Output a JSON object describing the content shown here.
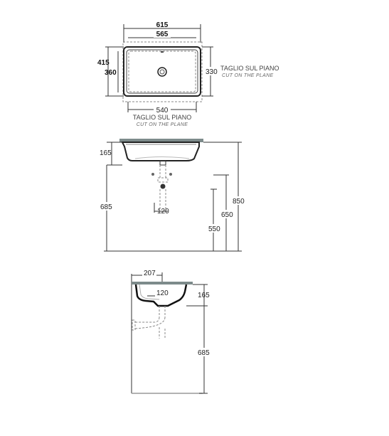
{
  "top_view": {
    "dim_overall_width": "615",
    "dim_inner_width": "565",
    "dim_overall_depth": "415",
    "dim_inner_depth": "360",
    "dim_cut_depth": "330",
    "dim_cut_width": "540",
    "cut_label_it": "TAGLIO SUL PIANO",
    "cut_label_en": "CUT ON THE PLANE"
  },
  "front_view": {
    "dim_basin_height": "165",
    "dim_drain_width": "120",
    "dim_floor_to_drain": "685",
    "dim_850": "850",
    "dim_650": "650",
    "dim_550": "550"
  },
  "side_view": {
    "dim_wall_distance": "207",
    "dim_drain_offset": "120",
    "dim_basin_height": "165",
    "dim_floor_to_drain": "685"
  }
}
